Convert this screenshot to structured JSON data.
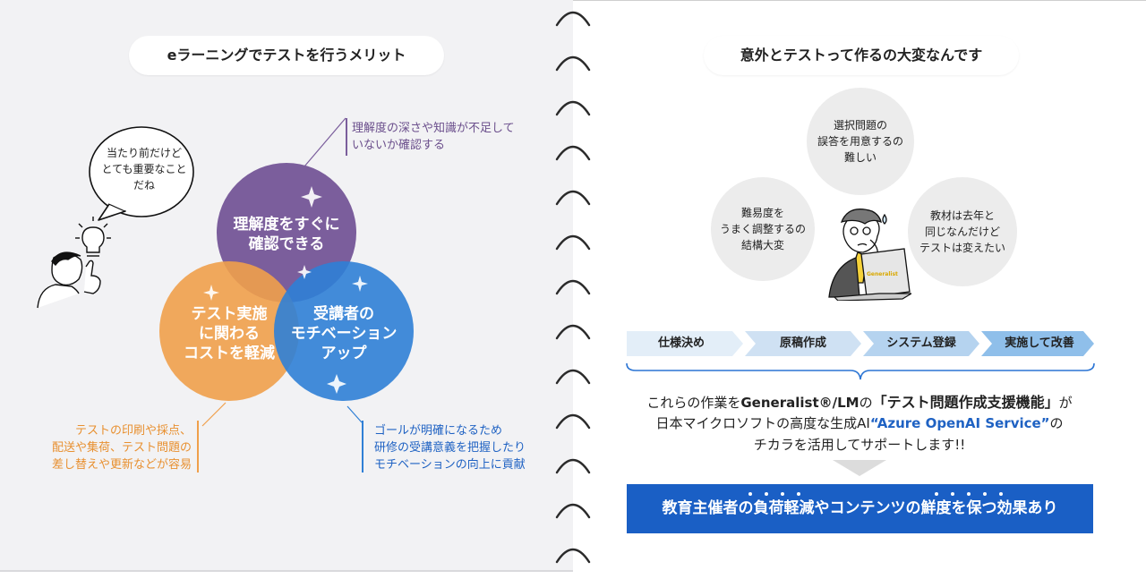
{
  "left": {
    "title": "eラーニングでテストを行うメリット",
    "speech_line1": "当たり前だけど",
    "speech_line2": "とても重要なこと",
    "speech_line3": "だね",
    "circle_top_line1": "理解度をすぐに",
    "circle_top_line2": "確認できる",
    "circle_left_line1": "テスト実施",
    "circle_left_line2": "に関わる",
    "circle_left_line3": "コストを軽減",
    "circle_right_line1": "受講者の",
    "circle_right_line2": "モチベーション",
    "circle_right_line3": "アップ",
    "note_top_line1": "理解度の深さや知識が不足して",
    "note_top_line2": "いないか確認する",
    "note_left_line1": "テストの印刷や採点、",
    "note_left_line2": "配送や集荷、テスト問題の",
    "note_left_line3": "差し替えや更新などが容易",
    "note_right_line1": "ゴールが明確になるため",
    "note_right_line2": "研修の受講意義を把握したり",
    "note_right_line3": "モチベーションの向上に貢献",
    "colors": {
      "purple": "#7b5e9c",
      "orange": "#f0a04b",
      "blue": "#2f7fd6"
    }
  },
  "right": {
    "title": "意外とテストって作るの大変なんです",
    "bubble_top_line1": "選択問題の",
    "bubble_top_line2": "誤答を用意するの",
    "bubble_top_line3": "難しい",
    "bubble_left_line1": "難易度を",
    "bubble_left_line2": "うまく調整するの",
    "bubble_left_line3": "結構大変",
    "bubble_right_line1": "教材は去年と",
    "bubble_right_line2": "同じなんだけど",
    "bubble_right_line3": "テストは変えたい",
    "laptop_label": "Generalist",
    "flow": [
      "仕様決め",
      "原稿作成",
      "システム登録",
      "実施して改善"
    ],
    "msg1_a": "これらの作業を",
    "msg1_b": "Generalist®/LM",
    "msg1_c": "の",
    "msg1_d": "「テスト問題作成支援機能」",
    "msg1_e": "が",
    "msg2_a": "日本マイクロソフトの高度な生成AI",
    "msg2_b": "“Azure OpenAI Service”",
    "msg2_c": "の",
    "msg3": "チカラを活用してサポートします!!",
    "result": "教育主催者の負荷軽減やコンテンツの鮮度を保つ効果あり",
    "colors": {
      "accent": "#1a5fc5",
      "flow_light": "#e3eef8",
      "flow_mid": "#cfe1f3",
      "flow_dark": "#b5d3ef",
      "flow_darkest": "#8fbfea"
    }
  }
}
